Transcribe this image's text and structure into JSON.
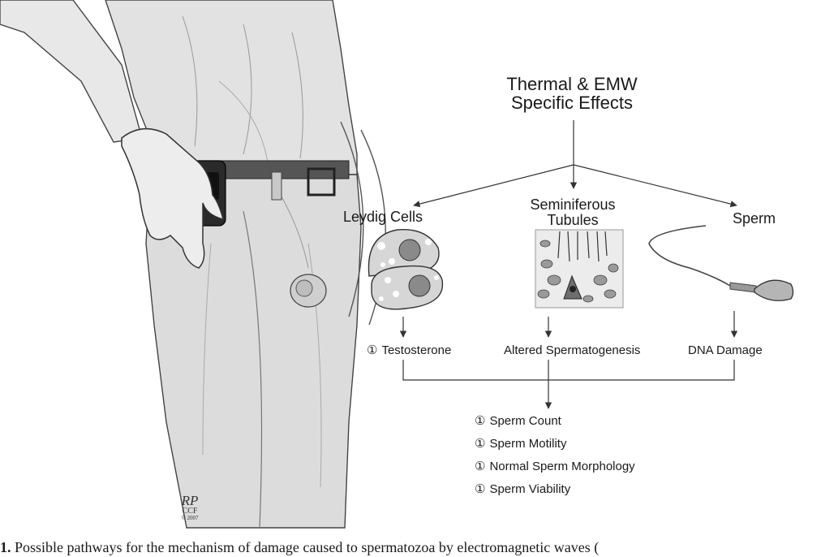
{
  "diagram": {
    "title_line1": "Thermal & EMW",
    "title_line2": "Specific Effects",
    "branches": [
      {
        "label": "Leydig Cells"
      },
      {
        "label_line1": "Seminiferous",
        "label_line2": "Tubules"
      },
      {
        "label": "Sperm"
      }
    ],
    "direct_effects": [
      {
        "symbol": "①",
        "text": "Testosterone"
      },
      {
        "text": "Altered Spermatogenesis"
      },
      {
        "text": "DNA Damage"
      }
    ],
    "outcomes": [
      {
        "symbol": "①",
        "text": "Sperm Count"
      },
      {
        "symbol": "①",
        "text": "Sperm Motility"
      },
      {
        "symbol": "①",
        "text": "Normal Sperm Morphology"
      },
      {
        "symbol": "①",
        "text": "Sperm Viability"
      }
    ]
  },
  "artist_signature": {
    "initials": "RP",
    "org": "CCF",
    "year": "© 2007"
  },
  "caption": {
    "label": "1.",
    "text": " Possible pathways for the mechanism of damage caused to spermatozoa by electromagnetic waves ("
  },
  "colors": {
    "ink": "#1a1a1a",
    "illustration_fill": "#e4e4e4",
    "illustration_shade": "#bdbdbd"
  }
}
